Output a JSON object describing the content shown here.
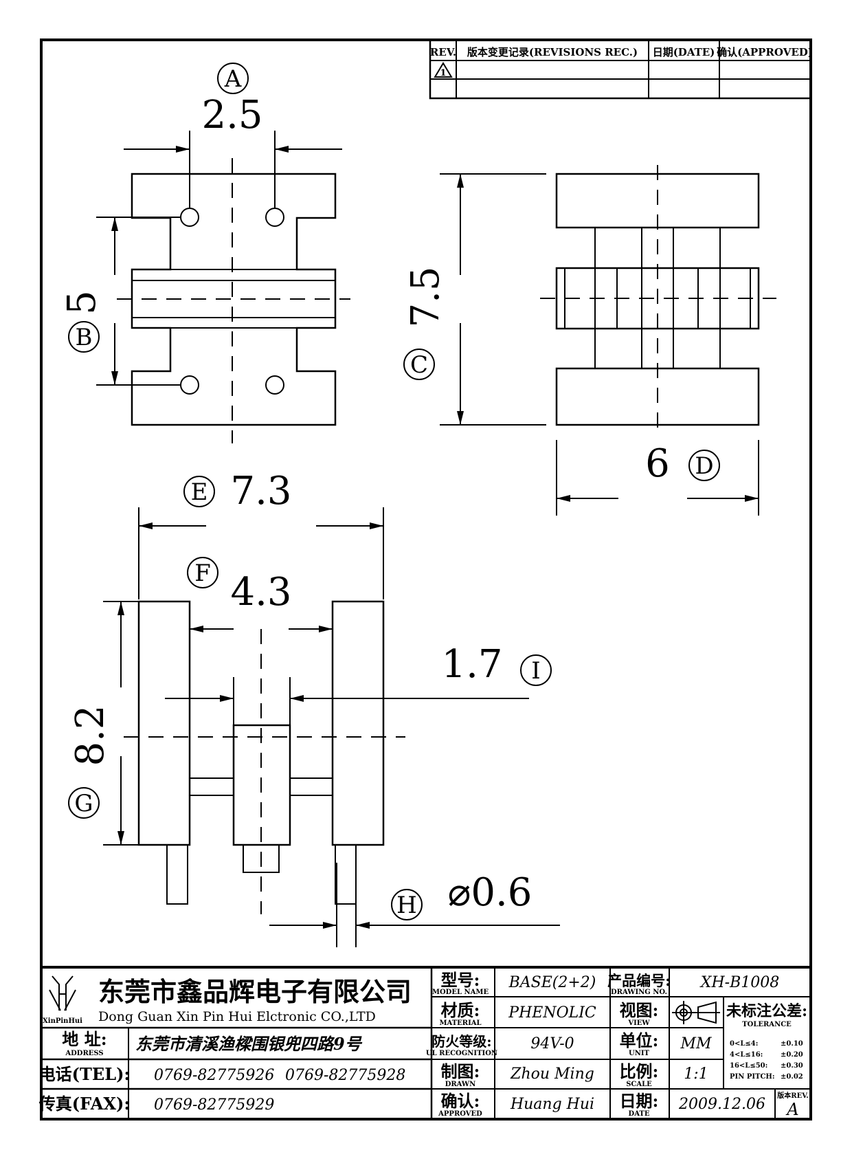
{
  "revisions": {
    "rev_header": "REV.",
    "rec_header": "版本变更记录(REVISIONS REC.)",
    "date_header": "日期(DATE)",
    "approved_header": "确认(APPROVED)",
    "rows": [
      {
        "rev": "1",
        "rec": "",
        "date": "",
        "approved": ""
      },
      {
        "rev": "",
        "rec": "",
        "date": "",
        "approved": ""
      }
    ]
  },
  "dimensions": {
    "a": {
      "tag": "A",
      "value": "2.5"
    },
    "b": {
      "tag": "B",
      "value": "5"
    },
    "c": {
      "tag": "C",
      "value": "7.5"
    },
    "d": {
      "tag": "D",
      "value": "6"
    },
    "e": {
      "tag": "E",
      "value": "7.3"
    },
    "f": {
      "tag": "F",
      "value": "4.3"
    },
    "g": {
      "tag": "G",
      "value": "8.2"
    },
    "h": {
      "tag": "H",
      "value": "⌀0.6"
    },
    "i": {
      "tag": "I",
      "value": "1.7"
    }
  },
  "title_block": {
    "logo_text": "XinPinHui",
    "company_cn": "东莞市鑫品辉电子有限公司",
    "company_en": "Dong Guan Xin Pin Hui Elctronic CO.,LTD",
    "address_label": "地 址:",
    "address_label_en": "ADDRESS",
    "address": "东莞市清溪渔樑围银兜四路9号",
    "tel_label": "电话(TEL):",
    "tel_1": "0769-82775926",
    "tel_2": "0769-82775928",
    "fax_label": "传真(FAX):",
    "fax": "0769-82775929",
    "model_label": "型号:",
    "model_label_en": "MODEL NAME",
    "model": "BASE(2+2)",
    "material_label": "材质:",
    "material_label_en": "MATERIAL",
    "material": "PHENOLIC",
    "flame_label": "防火等级:",
    "flame_label_en": "UL RECOGNITION",
    "flame": "94V-0",
    "drawn_label": "制图:",
    "drawn_label_en": "DRAWN",
    "drawn": "Zhou Ming",
    "approved_label": "确认:",
    "approved_label_en": "APPROVED",
    "approved": "Huang Hui",
    "drawing_no_label": "产品编号:",
    "drawing_no_label_en": "DRAWING NO.",
    "drawing_no": "XH-B1008",
    "view_label": "视图:",
    "view_label_en": "VIEW",
    "unit_label": "单位:",
    "unit_label_en": "UNIT",
    "unit": "MM",
    "scale_label": "比例:",
    "scale_label_en": "SCALE",
    "scale": "1:1",
    "date_label": "日期:",
    "date_label_en": "DATE",
    "date": "2009.12.06",
    "tolerance_label": "未标注公差:",
    "tolerance_label_en": "TOLERANCE",
    "tolerances": [
      {
        "range": "0<L≤4:",
        "value": "±0.10"
      },
      {
        "range": "4<L≤16:",
        "value": "±0.20"
      },
      {
        "range": "16<L≤50:",
        "value": "±0.30"
      },
      {
        "range": "PIN PITCH:",
        "value": "±0.02"
      }
    ],
    "rev_label": "版本REV.",
    "rev": "A"
  }
}
